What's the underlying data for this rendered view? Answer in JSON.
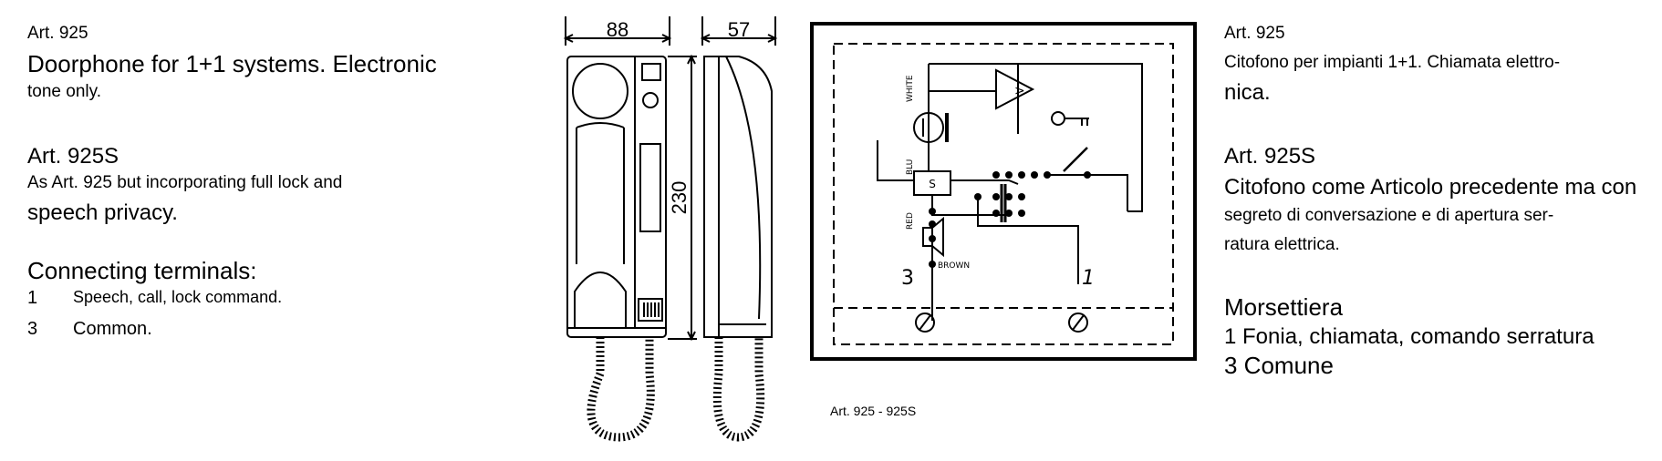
{
  "english": {
    "art925_heading": "Art. 925",
    "art925_line1": "Doorphone for 1+1 systems. Electronic",
    "art925_line2": "tone only.",
    "art925s_heading": "Art. 925S",
    "art925s_line1": "As Art. 925 but incorporating full lock and",
    "art925s_line2": "speech privacy.",
    "terminals_heading": "Connecting terminals:",
    "terminals": [
      {
        "num": "1",
        "text": "Speech, call, lock command."
      },
      {
        "num": "3",
        "text": "Common."
      }
    ]
  },
  "dimensions": {
    "width": "88",
    "depth": "57",
    "height": "230"
  },
  "schematic": {
    "wire_white": "WHITE",
    "wire_blu": "BLU",
    "wire_red": "RED",
    "wire_brown": "BROWN",
    "switch_s": "S",
    "terminal_3": "3",
    "terminal_1": "1",
    "caption": "Art. 925 - 925S"
  },
  "italian": {
    "art925_heading": "Art. 925",
    "art925_line1": "Citofono per impianti 1+1. Chiamata elettro-",
    "art925_line2": "nica.",
    "art925s_heading": "Art. 925S",
    "art925s_line1": "Citofono come Articolo precedente ma con",
    "art925s_line2": "segreto di conversazione e di apertura ser-",
    "art925s_line3": "ratura elettrica.",
    "terminals_heading": "Morsettiera",
    "terminal_1": "1 Fonia, chiamata, comando serratura",
    "terminal_3": "3 Comune"
  }
}
